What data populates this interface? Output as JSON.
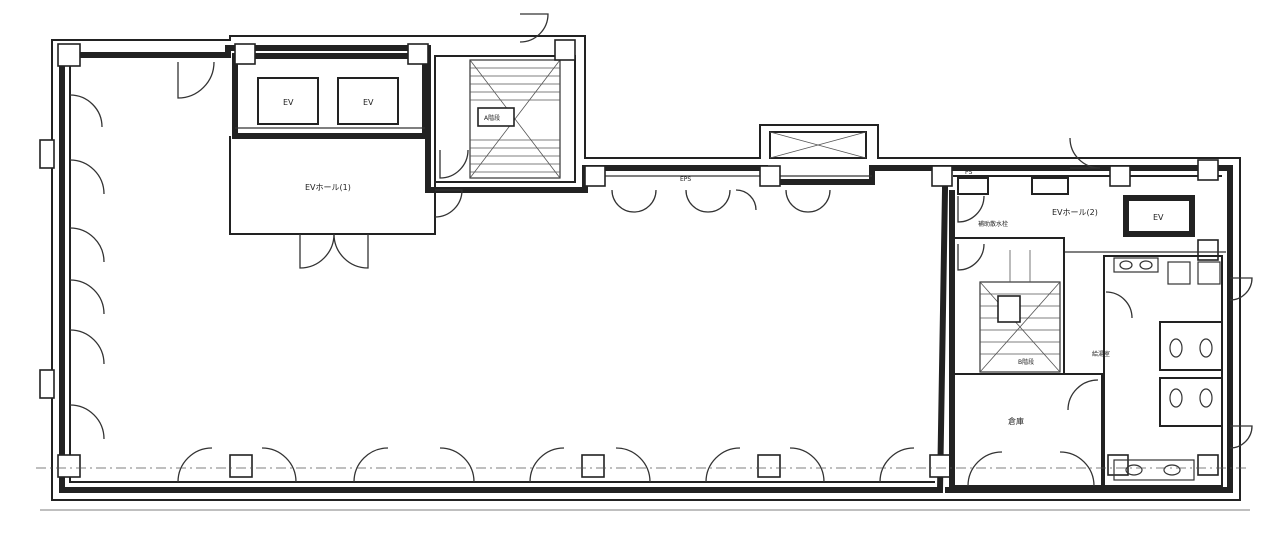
{
  "labels": {
    "ev_left": "EV",
    "ev_right": "EV",
    "ev_hall_1": "EVホール(1)",
    "stair_a": "A階段",
    "eps": "EPS",
    "ev_east": "EV",
    "ev_hall_2": "EVホール(2)",
    "water_tank": "補助散水栓",
    "ps": "PS",
    "stair_b": "B階段",
    "storage": "倉庫",
    "kitchen": "給湯室"
  }
}
